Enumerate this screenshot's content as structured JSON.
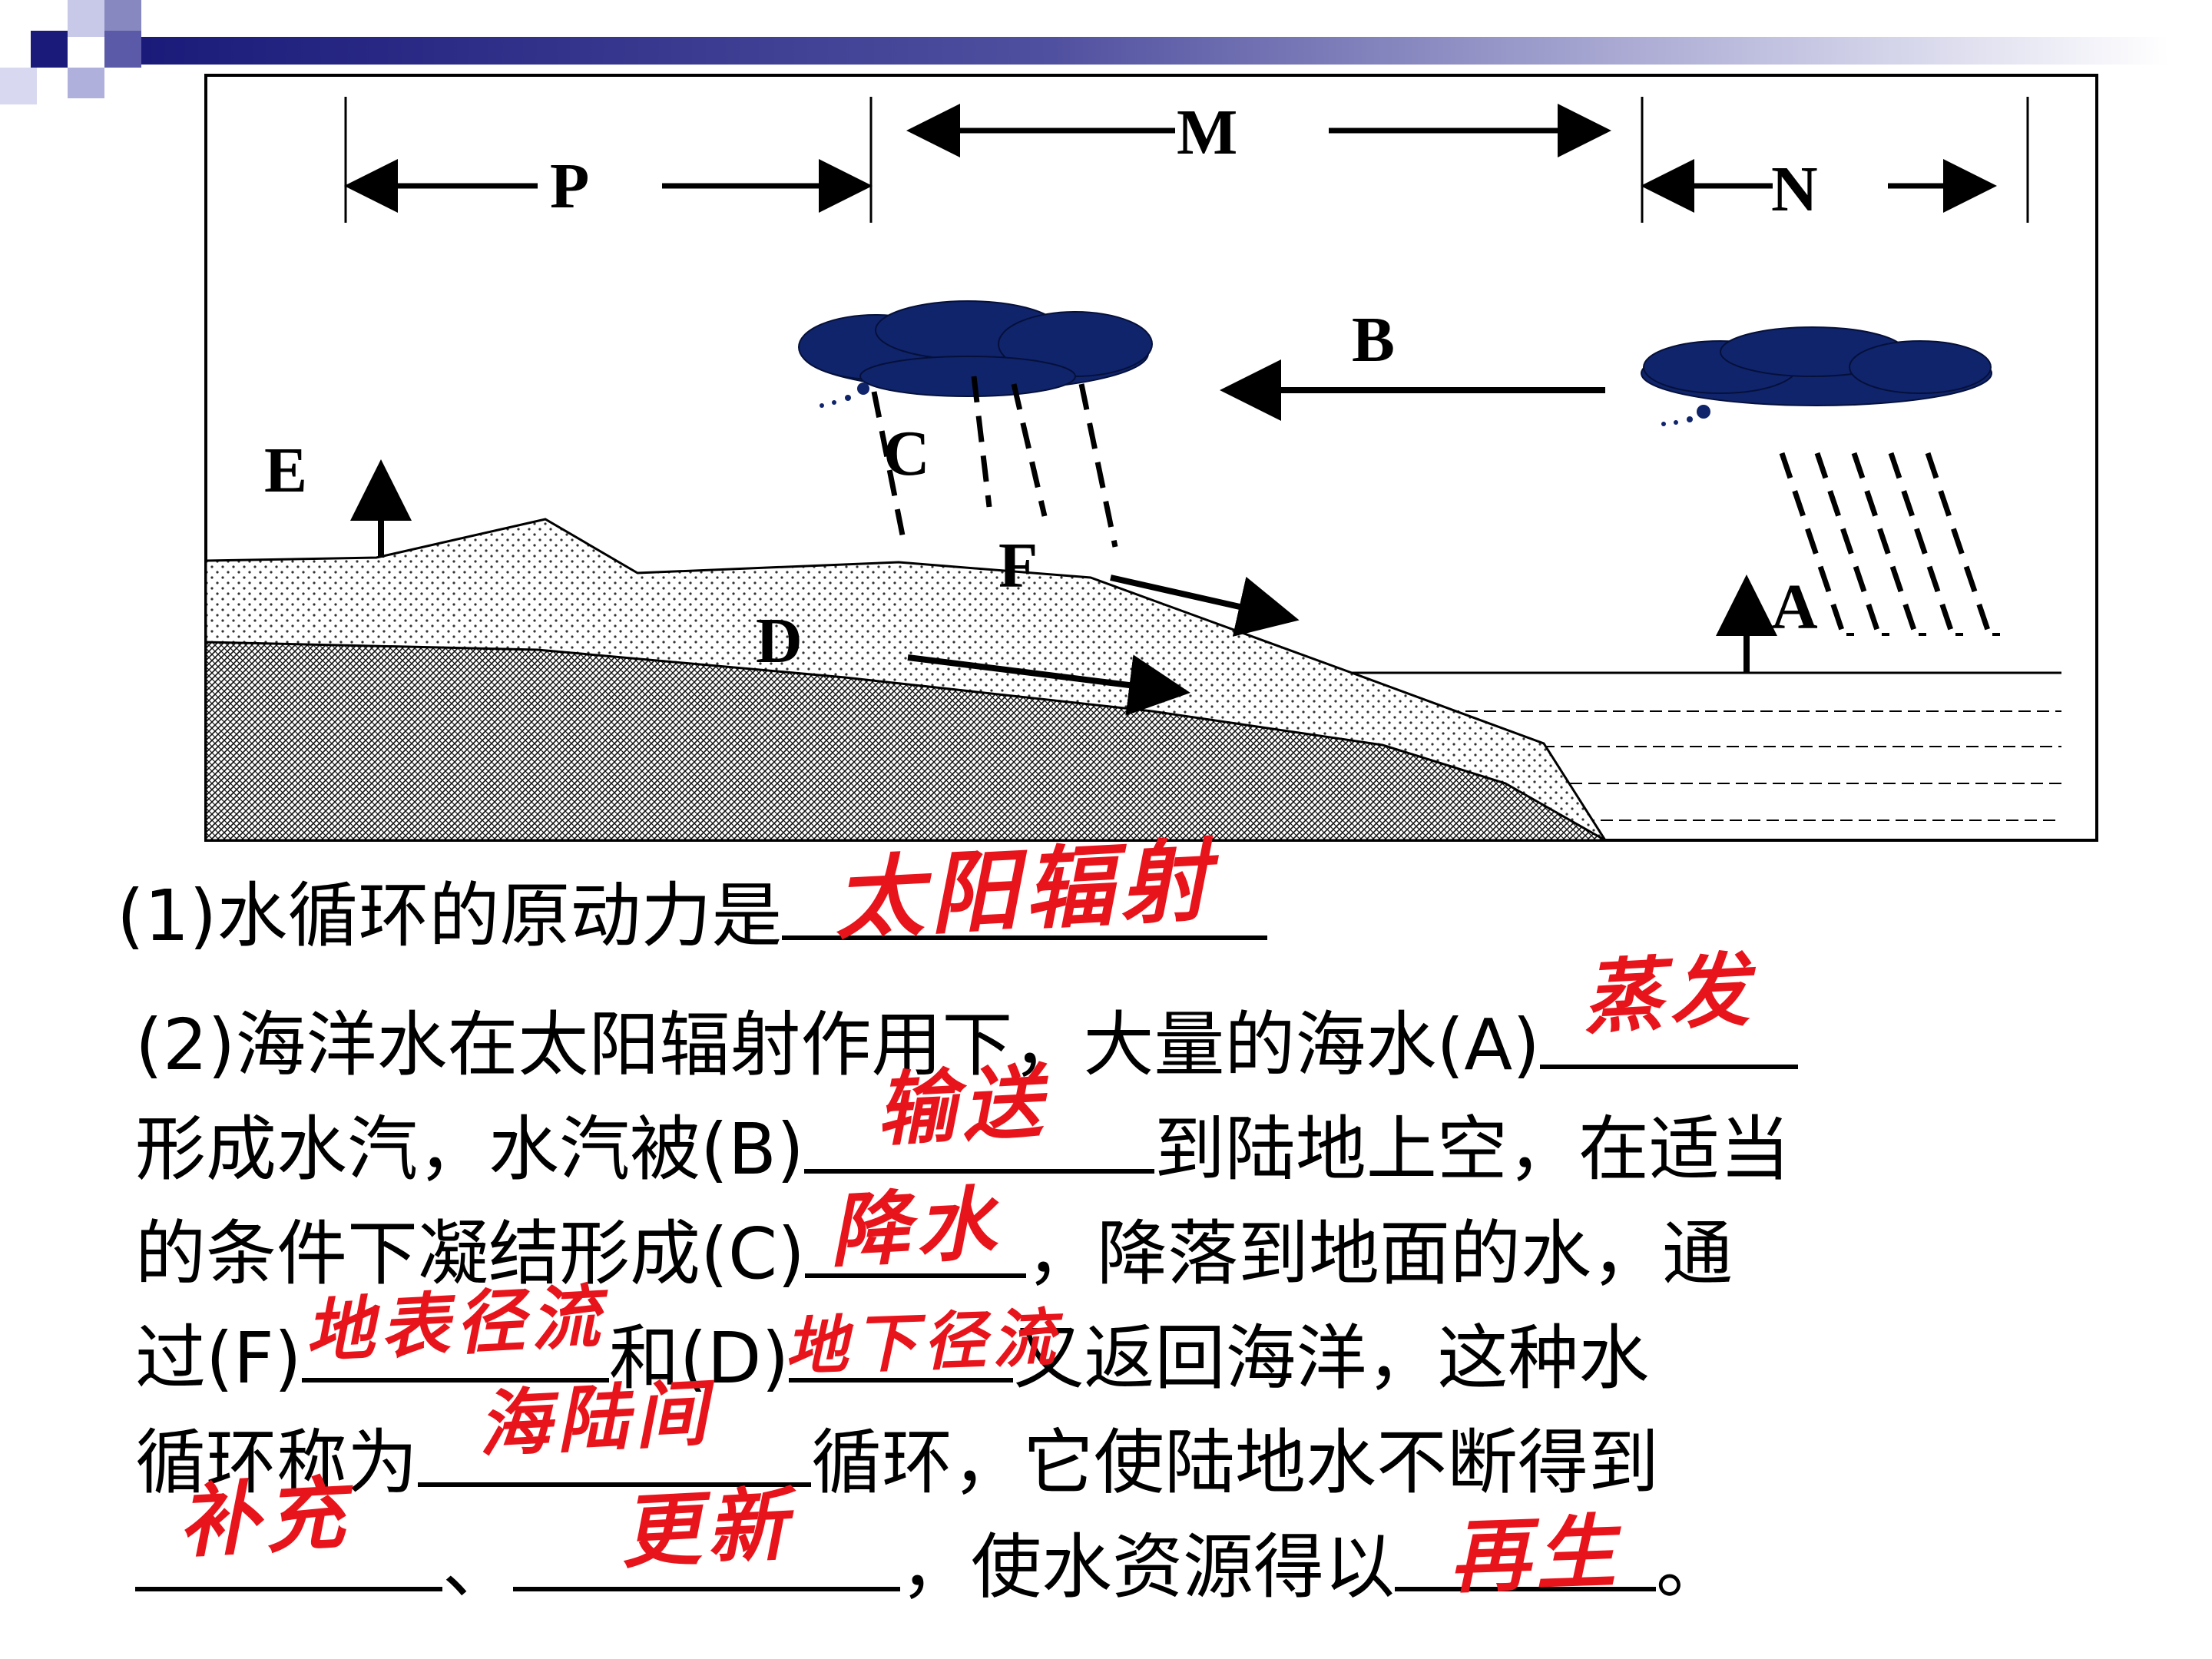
{
  "diagram": {
    "labels": {
      "P": "P",
      "M": "M",
      "N": "N",
      "A": "A",
      "B": "B",
      "C": "C",
      "D": "D",
      "E": "E",
      "F": "F"
    },
    "colors": {
      "cloud": "#10246c",
      "slide_accent": "#1a1a7a",
      "answer": "#e8141b"
    }
  },
  "questions": {
    "q1": {
      "prefix": "(1)水循环的原动力是",
      "answer": "太阳辐射"
    },
    "q2": {
      "l1_prefix": "(2)海洋水在太阳辐射作用下，大量的海水(A)",
      "ans_a": "蒸发",
      "l2_prefix": "形成水汽，水汽被(B)",
      "ans_b": "输送",
      "l2_suffix": "到陆地上空，在适当",
      "l3_prefix": "的条件下凝结形成(C)",
      "ans_c": "降水",
      "l3_suffix": "，降落到地面的水，通",
      "l4_prefix": "过(F)",
      "ans_f": "地表径流",
      "l4_mid": "和(D)",
      "ans_d": "地下径流",
      "l4_suffix": "又返回海洋，这种水",
      "l5_prefix": "循环称为",
      "ans_cycle": "海陆间",
      "l5_suffix": "循环，它使陆地水不断得到",
      "ans_supply": "补充",
      "sep": "、",
      "ans_renew": "更新",
      "l6_mid": "，使水资源得以",
      "ans_regen": "再生",
      "l6_end": "。"
    }
  }
}
